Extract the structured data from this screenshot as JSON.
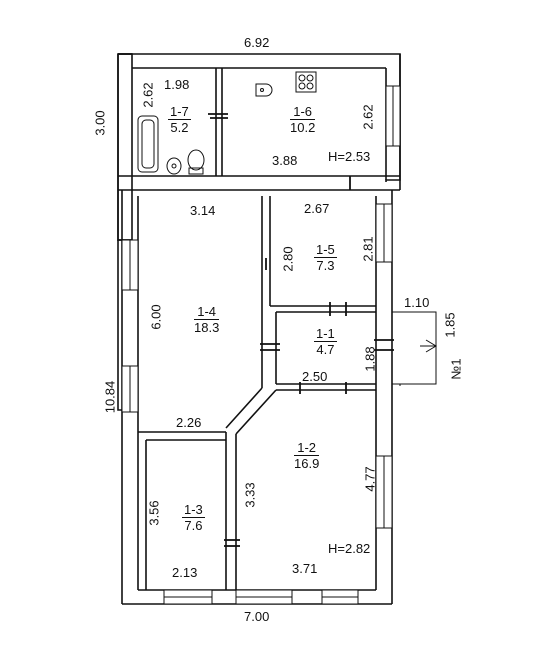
{
  "rooms": [
    {
      "id": "1-7",
      "area": "5.2"
    },
    {
      "id": "1-6",
      "area": "10.2"
    },
    {
      "id": "1-5",
      "area": "7.3"
    },
    {
      "id": "1-4",
      "area": "18.3"
    },
    {
      "id": "1-1",
      "area": "4.7"
    },
    {
      "id": "1-2",
      "area": "16.9"
    },
    {
      "id": "1-3",
      "area": "7.6"
    }
  ],
  "dims": {
    "top_width": "6.92",
    "bottom_width": "7.00",
    "left_upper": "3.00",
    "left_lower": "10.84",
    "r17_width": "1.98",
    "r17_height": "2.62",
    "r16_height": "2.62",
    "r16_width": "3.88",
    "r16_ceiling": "H=2.53",
    "r14_width": "3.14",
    "r14_height": "6.00",
    "r14_lower": "2.26",
    "r15_width": "2.67",
    "r15_height_left": "2.80",
    "r15_height_right": "2.81",
    "r11_width": "2.50",
    "r11_height": "1.88",
    "entry_width": "1.10",
    "entry_depth": "1.85",
    "entry_no": "№1",
    "r13_height": "3.56",
    "r13_width": "2.13",
    "r12_left": "3.33",
    "r12_right": "4.77",
    "r12_bottom": "3.71",
    "r12_ceiling": "H=2.82"
  }
}
